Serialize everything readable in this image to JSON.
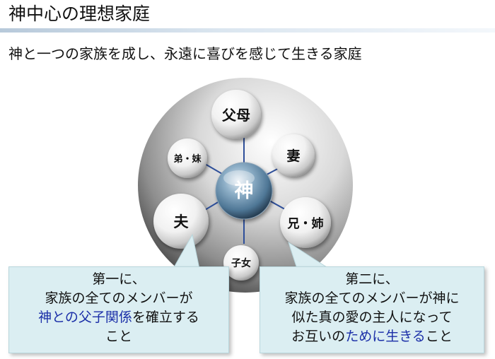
{
  "header": {
    "title": "神中心の理想家庭",
    "subtitle": "神と一つの家族を成し、永遠に喜びを感じて生きる家庭"
  },
  "diagram": {
    "center": "神",
    "nodes": {
      "parents": "父母",
      "wife": "妻",
      "siblings_elder": "兄・姉",
      "children": "子女",
      "husband": "夫",
      "siblings_younger": "弟・妹"
    }
  },
  "callouts": {
    "left": {
      "line1": "第一に、",
      "line2": "家族の全てのメンバーが",
      "line3_highlight": "神との父子関係",
      "line3_rest": "を確立する",
      "line4": "こと"
    },
    "right": {
      "line1": "第二に、",
      "line2": "家族の全てのメンバーが神に",
      "line3": "似た真の愛の主人になって",
      "line4_pre": "お互いの",
      "line4_highlight": "ために生きる",
      "line4_post": "こと"
    }
  },
  "colors": {
    "highlight_text": "#1b2fa8",
    "callout_bg": "#dbeef2",
    "spoke": "#2e4f9a",
    "center_sphere": "#4f7796"
  }
}
